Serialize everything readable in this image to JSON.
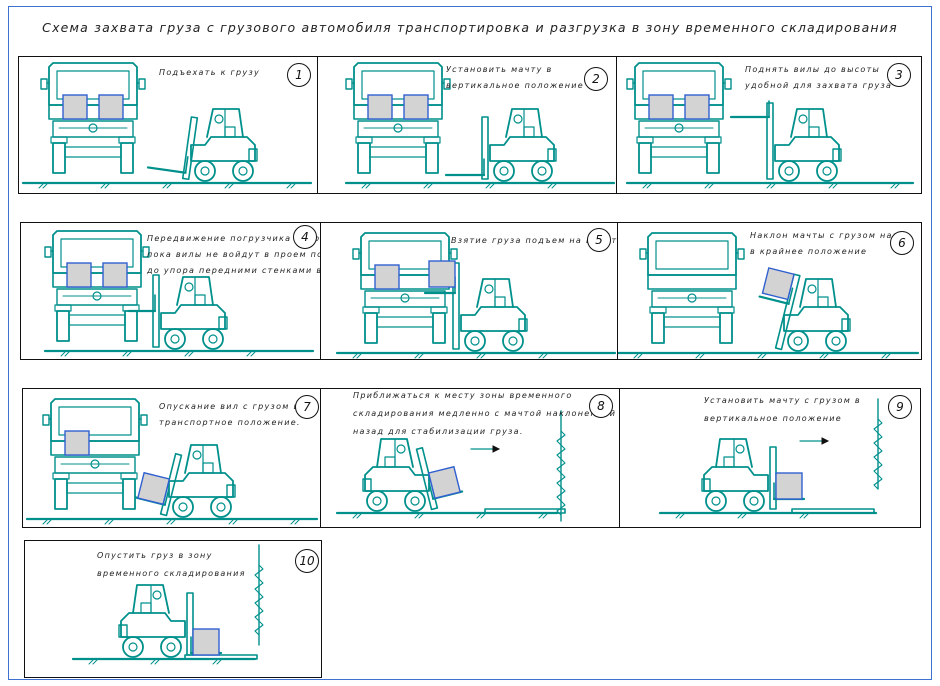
{
  "title": "Схема захвата груза с грузового автомобиля транспортировка и разгрузка в зону временного складирования",
  "colors": {
    "line": "#00908c",
    "cargo_fill": "#d3d3d3",
    "cargo_stroke": "#3060d0",
    "frame": "#3d72d0"
  },
  "steps": [
    {
      "num": "1",
      "caption": [
        "Подъехать к грузу"
      ]
    },
    {
      "num": "2",
      "caption": [
        "Установить мачту в",
        "вертикальное положение"
      ]
    },
    {
      "num": "3",
      "caption": [
        "Поднять вилы до высоты",
        "удобной для захвата груза"
      ]
    },
    {
      "num": "4",
      "caption": [
        "Передвижение погрузчика вперед",
        "пока вилы не войдут в проем полностью,",
        "до упора передними стенками в груз"
      ]
    },
    {
      "num": "5",
      "caption": [
        "Взятие груза подъем на высоту"
      ]
    },
    {
      "num": "6",
      "caption": [
        "Наклон мачты с грузом назад",
        "в крайнее положение"
      ]
    },
    {
      "num": "7",
      "caption": [
        "Опускание вил с грузом в",
        "транспортное положение."
      ]
    },
    {
      "num": "8",
      "caption": [
        "Приближаться к месту зоны временного",
        "складирования медленно с мачтой наклоненной",
        "назад для стабилизации груза."
      ]
    },
    {
      "num": "9",
      "caption": [
        "Установить мачту с грузом в",
        "вертикальное положение"
      ]
    },
    {
      "num": "10",
      "caption": [
        "Опустить груз в зону",
        "временного складирования"
      ]
    }
  ]
}
